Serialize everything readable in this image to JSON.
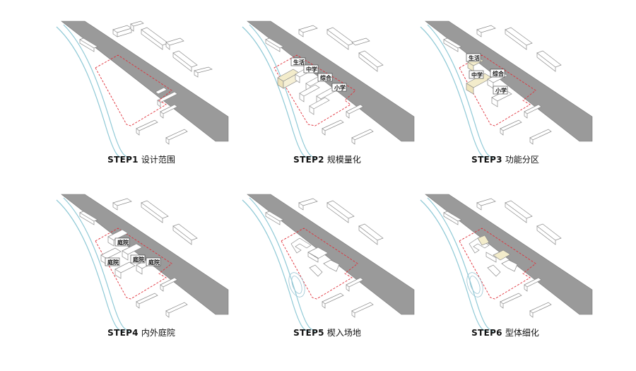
{
  "panels": [
    {
      "step": "STEP1",
      "title": "设计范围",
      "labels": []
    },
    {
      "step": "STEP2",
      "title": "规模量化",
      "labels": [
        "生活",
        "中学",
        "综合",
        "小学"
      ]
    },
    {
      "step": "STEP3",
      "title": "功能分区",
      "labels": [
        "生活",
        "中学",
        "综合",
        "小学"
      ]
    },
    {
      "step": "STEP4",
      "title": "内外庭院",
      "labels": [
        "庭院",
        "庭院",
        "庭院",
        "庭院"
      ]
    },
    {
      "step": "STEP5",
      "title": "楔入场地",
      "labels": []
    },
    {
      "step": "STEP6",
      "title": "型体细化",
      "labels": []
    }
  ],
  "colors": {
    "road": "#9a9a9a",
    "road_edge": "#7a7a7a",
    "river": "#8fc9d6",
    "boundary": "#e0303a",
    "building_stroke": "#8a8a8a",
    "highlight": "#f3eccb"
  }
}
